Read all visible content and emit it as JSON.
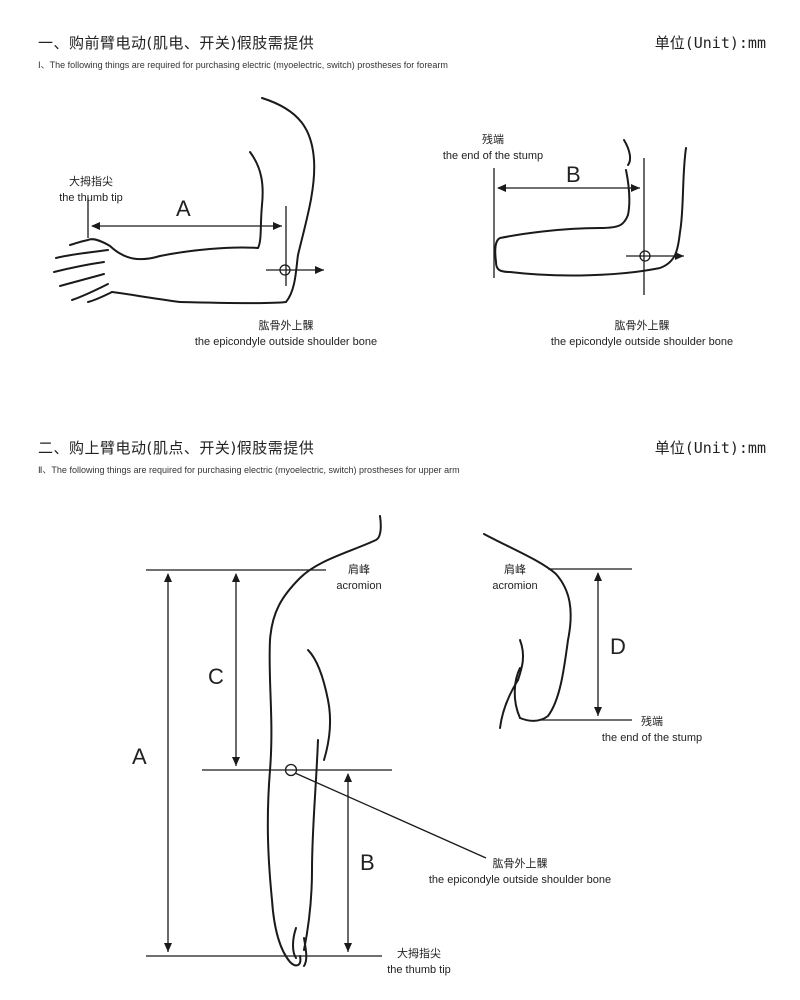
{
  "section1": {
    "title": "一、购前臂电动(肌电、开关)假肢需提供",
    "unit": "单位(Unit):mm",
    "subtitle": "Ⅰ、The following things are required for purchasing electric (myoelectric, switch) prostheses for forearm",
    "left": {
      "thumb_cn": "大拇指尖",
      "thumb_en": "the thumb tip",
      "dim": "A",
      "epi_cn": "肱骨外上髁",
      "epi_en": "the epicondyle outside shoulder bone"
    },
    "right": {
      "stump_cn": "残端",
      "stump_en": "the end of the stump",
      "dim": "B",
      "epi_cn": "肱骨外上髁",
      "epi_en": "the epicondyle outside shoulder bone"
    }
  },
  "section2": {
    "title": "二、购上臂电动(肌点、开关)假肢需提供",
    "unit": "单位(Unit):mm",
    "subtitle": "Ⅱ、The following things are required for purchasing electric (myoelectric, switch) prostheses for upper arm",
    "left": {
      "acro_cn": "肩峰",
      "acro_en": "acromion",
      "dim_a": "A",
      "dim_b": "B",
      "dim_c": "C",
      "epi_cn": "肱骨外上髁",
      "epi_en": "the epicondyle outside shoulder bone",
      "thumb_cn": "大拇指尖",
      "thumb_en": "the thumb tip"
    },
    "right": {
      "acro_cn": "肩峰",
      "acro_en": "acromion",
      "dim": "D",
      "stump_cn": "残端",
      "stump_en": "the end of the stump"
    }
  }
}
